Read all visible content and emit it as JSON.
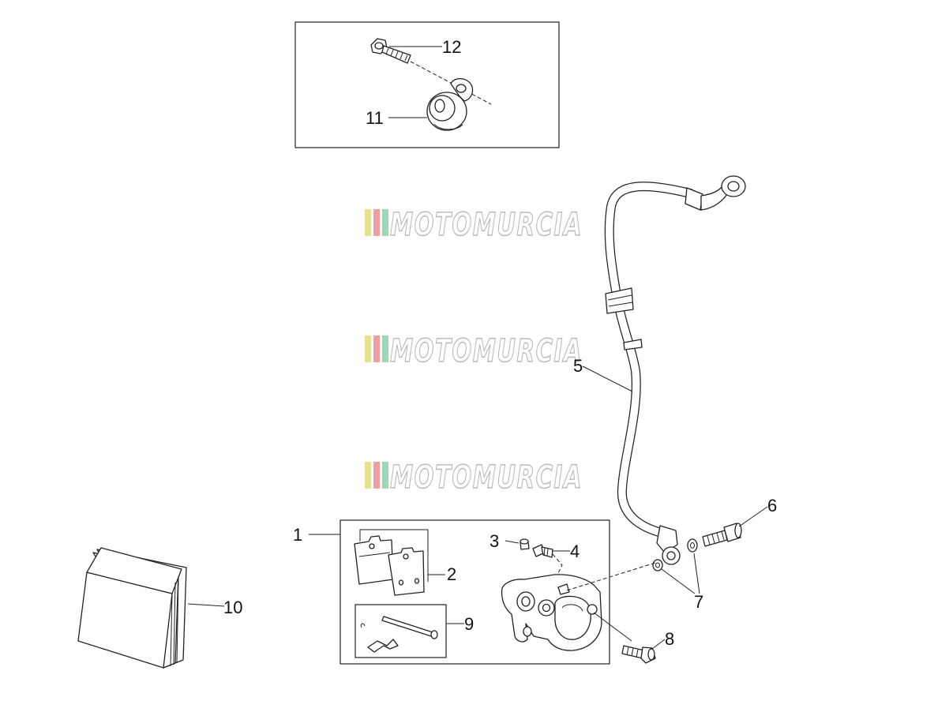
{
  "watermark": {
    "text": "MOTOMURCIA",
    "stripe_colors": [
      "#e9e28a",
      "#f0a0a0",
      "#9fd6b3"
    ]
  },
  "callouts": {
    "c1": "1",
    "c2": "2",
    "c3": "3",
    "c4": "4",
    "c5": "5",
    "c6": "6",
    "c7": "7",
    "c8": "8",
    "c9": "9",
    "c10": "10",
    "c11": "11",
    "c12": "12"
  }
}
